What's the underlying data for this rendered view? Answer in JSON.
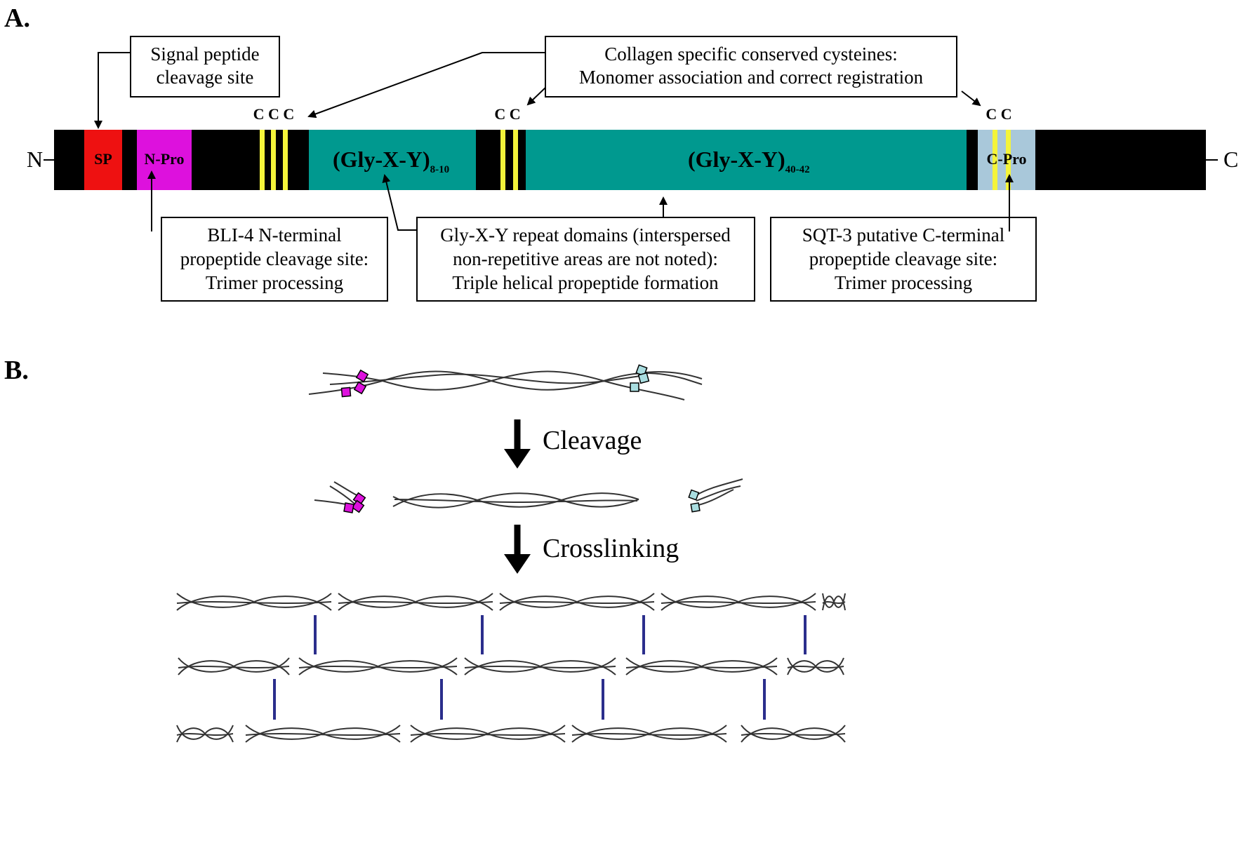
{
  "panels": {
    "a_label": "A.",
    "b_label": "B."
  },
  "protein": {
    "n_terminus": "N",
    "c_terminus": "C",
    "segments": {
      "sp": "SP",
      "n_pro": "N-Pro",
      "c_pro": "C-Pro"
    },
    "cysteine_groups": [
      "C C C",
      "C C",
      "C C"
    ],
    "domain1": {
      "main": "(Gly-X-Y)",
      "sub": "8-10"
    },
    "domain2": {
      "main": "(Gly-X-Y)",
      "sub": "40-42"
    }
  },
  "annotations": {
    "signal_peptide": [
      "Signal peptide",
      "cleavage site"
    ],
    "cysteines": [
      "Collagen specific conserved cysteines:",
      "Monomer association and correct registration"
    ],
    "bli4": [
      "BLI-4 N-terminal",
      "propeptide cleavage site:",
      "Trimer processing"
    ],
    "glyxy": [
      "Gly-X-Y repeat domains (interspersed",
      "non-repetitive areas are not noted):",
      "Triple helical propeptide formation"
    ],
    "sqt3": [
      "SQT-3 putative C-terminal",
      "propeptide cleavage site:",
      "Trimer processing"
    ]
  },
  "steps": {
    "cleavage": "Cleavage",
    "crosslinking": "Crosslinking"
  },
  "colors": {
    "backbone": "#000000",
    "sp": "#ee1111",
    "n_pro": "#dd11dd",
    "gly_domain": "#00998f",
    "c_pro": "#a9c8da",
    "cysteine": "#f4f43a",
    "crosslink": "#2b2e8c"
  }
}
